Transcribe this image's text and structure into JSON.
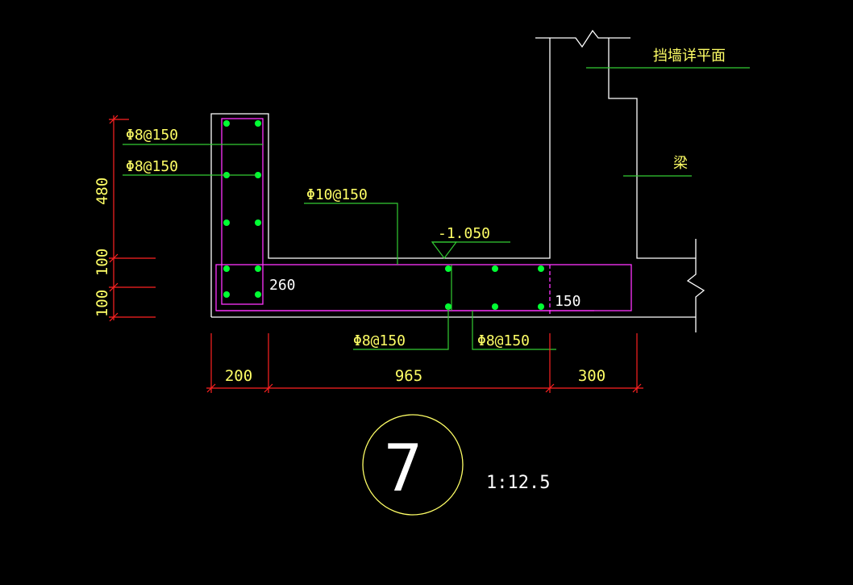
{
  "colors": {
    "background": "#000000",
    "outline": "#ffffff",
    "rebar_line": "#ff33ff",
    "rebar_dot": "#00ff33",
    "leader": "#33cc33",
    "label_text": "#ffff66",
    "dimension": "#ff2222",
    "dim_text": "#ffff66",
    "circle": "#ffff66"
  },
  "annotations": {
    "wall_vertical_upper": "Φ8@150",
    "wall_vertical_lower": "Φ8@150",
    "slab_top": "Φ10@150",
    "elevation": "-1.050",
    "slab_bottom_left": "Φ8@150",
    "slab_bottom_right": "Φ8@150",
    "retaining_wall_plan": "挡墙详平面",
    "beam": "梁",
    "slab_thickness": "260",
    "edge_thickness": "150"
  },
  "dimensions": {
    "horizontal": [
      "200",
      "965",
      "300"
    ],
    "vertical": [
      "480",
      "100",
      "100"
    ]
  },
  "detail": {
    "number": "7",
    "scale": "1:12.5"
  }
}
